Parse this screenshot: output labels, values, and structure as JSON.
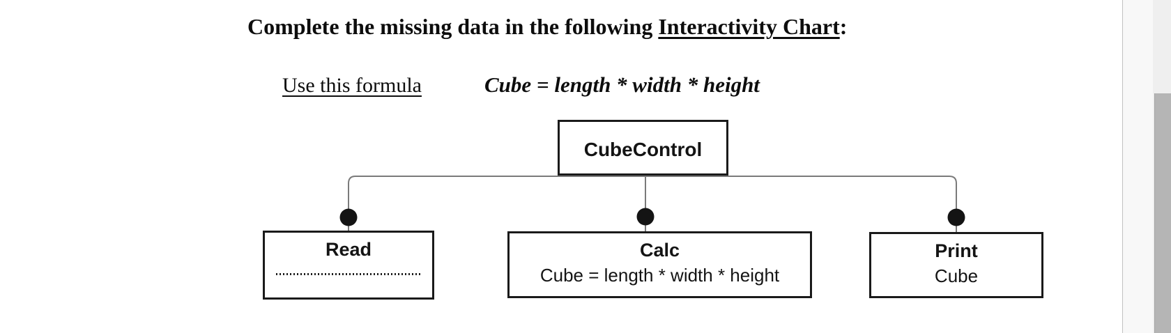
{
  "page": {
    "title_prefix": "Complete the missing data in the following ",
    "title_underlined": "Interactivity Chart",
    "title_suffix": ":",
    "formula_label": "Use this formula",
    "formula": "Cube = length * width * height"
  },
  "diagram": {
    "root_label": "CubeControl",
    "children": [
      {
        "title": "Read",
        "body": "",
        "blank_dotted_line": true
      },
      {
        "title": "Calc",
        "body": "Cube = length * width * height",
        "blank_dotted_line": false
      },
      {
        "title": "Print",
        "body": "Cube",
        "blank_dotted_line": false
      }
    ]
  },
  "colors": {
    "text": "#0d0d0d",
    "box_border": "#1a1a1a",
    "connector_line": "#7a7a7a",
    "node_dot": "#141414",
    "page_background": "#ffffff",
    "edge_divider": "#c2c2c2",
    "right_gutter": "#f8f8f8",
    "scrollbar_track": "#efefef",
    "scrollbar_thumb": "#b5b5b5"
  }
}
